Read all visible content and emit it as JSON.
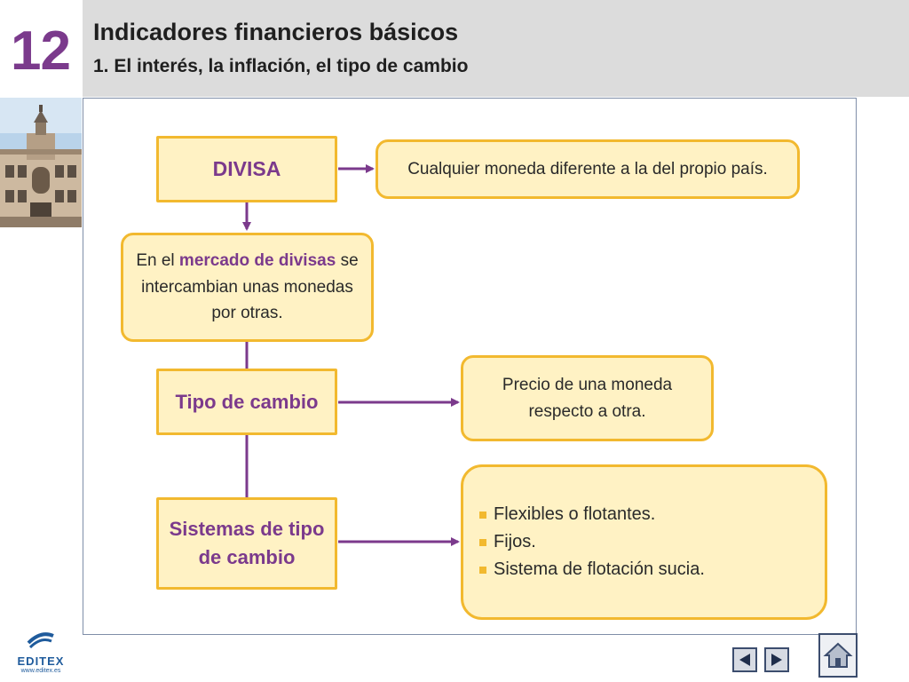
{
  "header": {
    "chapter_number": "12",
    "title": "Indicadores financieros básicos",
    "subtitle": "1. El interés, la inflación, el tipo de cambio"
  },
  "diagram": {
    "divisa": {
      "label": "DIVISA",
      "definition": "Cualquier moneda diferente a la del propio país."
    },
    "mercado": {
      "text_before": "En el ",
      "highlight": "mercado de divisas",
      "text_after": " se intercambian unas monedas por otras."
    },
    "tipo_cambio": {
      "label": "Tipo de cambio",
      "definition": "Precio de una moneda respecto a otra."
    },
    "sistemas": {
      "label": "Sistemas de tipo de cambio",
      "items": [
        "Flexibles o flotantes.",
        "Fijos.",
        "Sistema de flotación sucia."
      ]
    }
  },
  "footer": {
    "logo_text": "EDITEX",
    "logo_url": "www.editex.es"
  },
  "colors": {
    "accent_purple": "#7b3a8c",
    "box_fill": "#fff2c4",
    "box_border": "#f2b92f",
    "header_gray": "#dcdcdc"
  },
  "icons": {
    "prev": "left-triangle-icon",
    "next": "right-triangle-icon",
    "home": "home-icon"
  }
}
